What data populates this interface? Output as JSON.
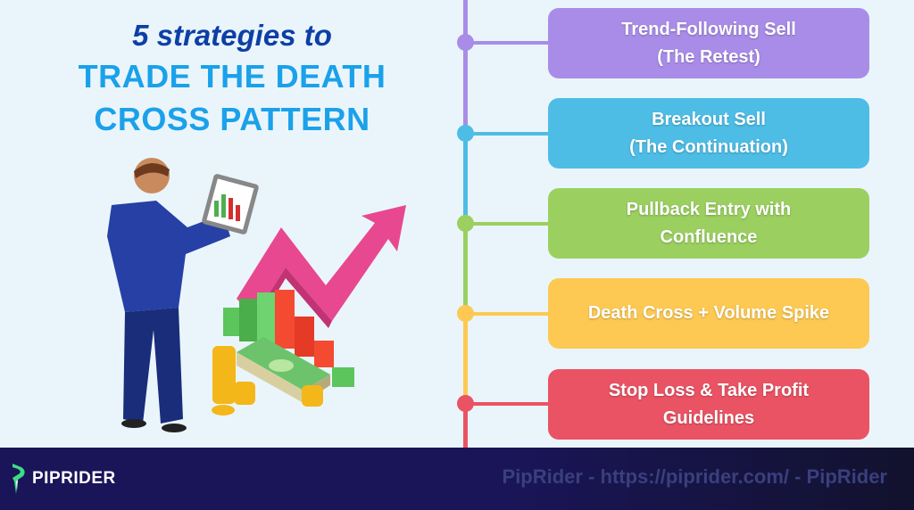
{
  "title": {
    "line1": "5 strategies to",
    "line2": "TRADE THE DEATH",
    "line3": "CROSS PATTERN"
  },
  "illustration": {
    "description": "Businessman in blue suit holding tablet with bar chart, pink zigzag up arrow, green and red 3D bars, gold coin stacks and banknote stack",
    "icons": [
      "businessman-icon",
      "tablet-chart-icon",
      "trend-arrow-icon",
      "bar-chart-icon",
      "coin-stack-icon",
      "banknote-icon"
    ]
  },
  "strategies": [
    {
      "label": "Trend-Following Sell\n(The Retest)",
      "line1": "Trend-Following Sell",
      "line2": "(The Retest)",
      "color": "#a98ce8"
    },
    {
      "label": "Breakout Sell\n(The Continuation)",
      "line1": "Breakout Sell",
      "line2": "(The Continuation)",
      "color": "#4dbde6"
    },
    {
      "label": "Pullback Entry with\nConfluence",
      "line1": "Pullback Entry with",
      "line2": "Confluence",
      "color": "#9bd060"
    },
    {
      "label": "Death Cross + Volume Spike",
      "line1": "Death Cross + Volume Spike",
      "line2": "",
      "color": "#fdc952"
    },
    {
      "label": "Stop Loss & Take Profit\nGuidelines",
      "line1": "Stop Loss & Take Profit",
      "line2": "Guidelines",
      "color": "#ea5364"
    }
  ],
  "footer": {
    "logo_text": "PIPRIDER",
    "watermark": "PipRider - https://piprider.com/ - PipRider"
  },
  "colors": {
    "background": "#eaf5fb",
    "title_dark_blue": "#0d3fa6",
    "title_light_blue": "#1ba1ea",
    "footer_bg": "#1a1458",
    "logo_green": "#3ddc84"
  }
}
